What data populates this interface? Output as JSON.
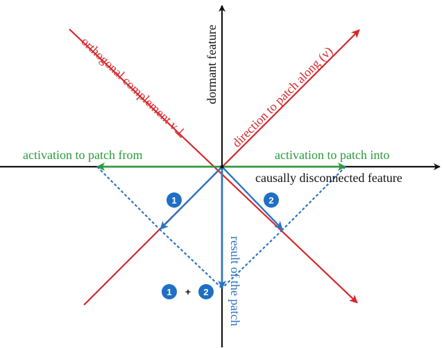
{
  "colors": {
    "axis": "#111111",
    "red": "#d7262a",
    "green": "#2a9a3a",
    "blue": "#2d73c2",
    "badge": "#1f6fc4"
  },
  "labels": {
    "y_axis": "dormant feature",
    "x_axis": "causally disconnected feature",
    "patch_direction": "direction to patch along (v)",
    "orthogonal_complement": "orthogonal complement v⊥",
    "patch_from": "activation to patch from",
    "patch_into": "activation to patch into",
    "result": "result of the patch"
  },
  "badges": {
    "one": "1",
    "two": "2",
    "plus": "+"
  }
}
